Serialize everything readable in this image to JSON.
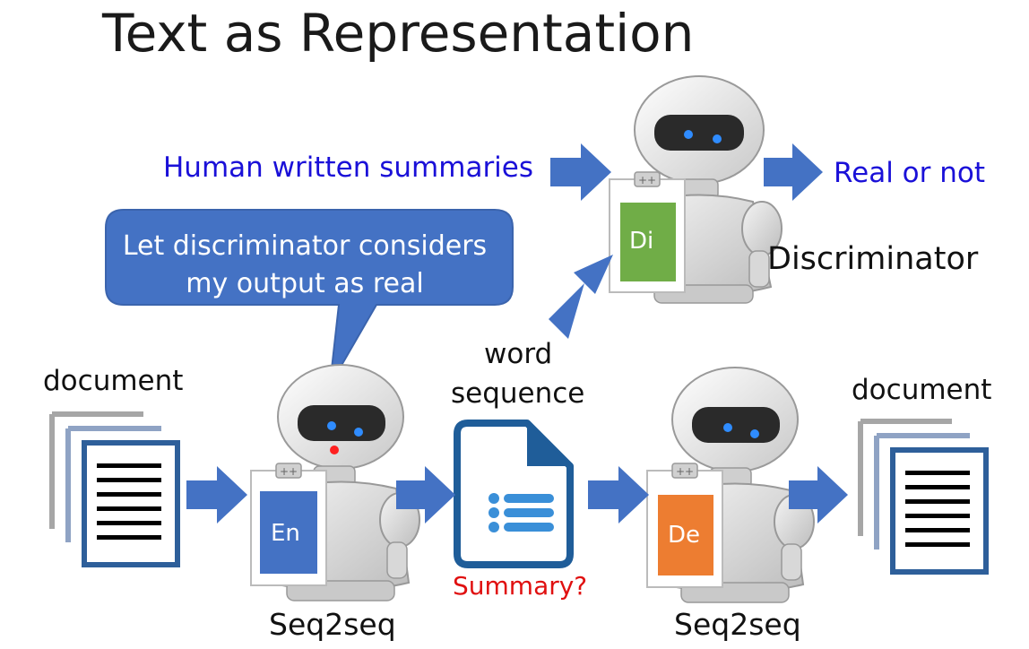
{
  "title": "Text as Representation",
  "colors": {
    "arrow": "#4472c4",
    "blue_text": "#1a10d8",
    "red_text": "#e01010",
    "encoder": "#4472c4",
    "decoder": "#ed7d31",
    "discriminator": "#70ad47",
    "bubble": "#4472c4"
  },
  "labels": {
    "human_written": "Human written summaries",
    "real_or_not": "Real or not",
    "discriminator": "Discriminator",
    "bubble_line1": "Let discriminator considers",
    "bubble_line2": "my output as real",
    "document_left": "document",
    "document_right": "document",
    "word": "word",
    "sequence": "sequence",
    "summary": "Summary?",
    "seq2seq_left": "Seq2seq",
    "seq2seq_right": "Seq2seq",
    "encoder_tag": "En",
    "decoder_tag": "De",
    "discriminator_tag": "Di"
  }
}
